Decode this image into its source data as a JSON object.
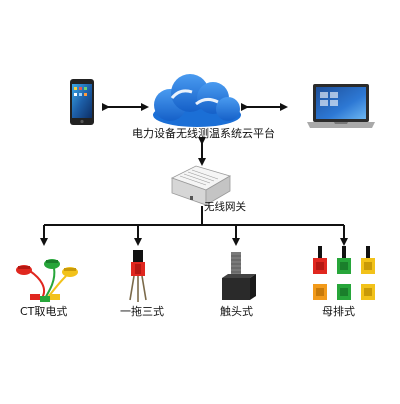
{
  "diagram": {
    "cloud_platform": "电力设备无线测温系统云平台",
    "gateway": "无线网关",
    "sensors": [
      {
        "label": "CT取电式"
      },
      {
        "label": "一拖三式"
      },
      {
        "label": "触头式"
      },
      {
        "label": "母排式"
      }
    ]
  },
  "colors": {
    "cloud_blue": "#1b6fd6",
    "cloud_light": "#4a9bf0",
    "red": "#e0271f",
    "green": "#27a63a",
    "yellow": "#f2c21a",
    "orange": "#f29a1a",
    "black": "#111111"
  }
}
